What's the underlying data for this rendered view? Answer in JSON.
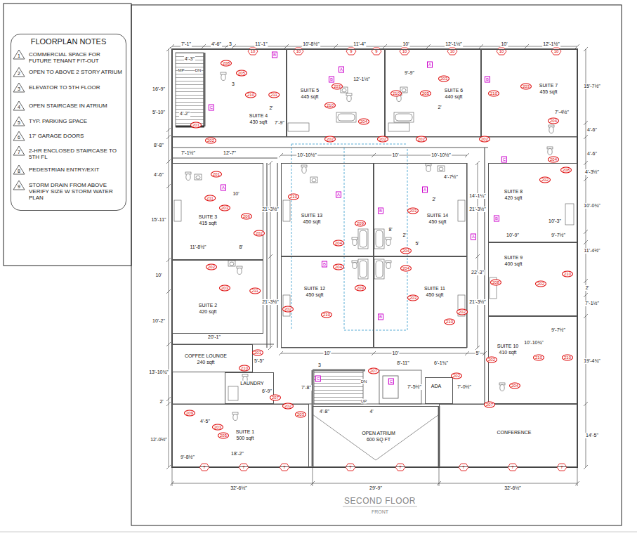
{
  "diagram": {
    "title": "SECOND FLOOR",
    "caption": "FRONT",
    "nodes": [
      {
        "text": [
          "FLOORPLAN NOTES",
          "COMMERCIAL SPACE FOR FUTURE TENANT FIT-OUT",
          "OPEN TO ABOVE 2 STORY ATRIUM",
          "ELEVATOR TO 5TH FLOOR",
          "OPEN STAIRCASE IN ATRIUM",
          "TYP. PARKING SPACE",
          "17' GARAGE DOORS",
          "2-HR ENCLOSED STAIRCASE TO 5TH FL",
          "PEDESTRIAN ENTRY/EXIT",
          "STORM DRAIN FROM ABOVE VERIFY SIZE W STORM WATER PLAN"
        ]
      },
      {
        "text": [
          "SUITE 4",
          "430 sqft"
        ]
      },
      {
        "text": [
          "SUITE 5",
          "445 sqft"
        ]
      },
      {
        "text": [
          "SUITE 6",
          "440 sqft"
        ]
      },
      {
        "text": [
          "SUITE 7",
          "455 sqft"
        ]
      },
      {
        "text": [
          "SUITE 8",
          "420 sqft"
        ]
      },
      {
        "text": [
          "SUITE 3",
          "415 sqft"
        ]
      },
      {
        "text": [
          "SUITE 13",
          "450 sqft"
        ]
      },
      {
        "text": [
          "SUITE 14",
          "450 sqft"
        ]
      },
      {
        "text": [
          "SUITE 9",
          "400 sqft"
        ]
      },
      {
        "text": [
          "SUITE 2",
          "420 sqft"
        ]
      },
      {
        "text": [
          "SUITE 12",
          "450 sqft"
        ]
      },
      {
        "text": [
          "SUITE 11",
          "450 sqft"
        ]
      },
      {
        "text": [
          "SUITE 10",
          "410 sqft"
        ]
      },
      {
        "text": [
          "COFFEE LOUNGE",
          "240 sqft"
        ]
      },
      {
        "text": [
          "LAUNDRY"
        ]
      },
      {
        "text": [
          "ADA"
        ]
      },
      {
        "text": [
          "SUITE 1",
          "500 sqft"
        ]
      },
      {
        "text": [
          "OPEN ATRIUM",
          "600 SQ FT"
        ]
      },
      {
        "text": [
          "CONFERENCE"
        ]
      }
    ],
    "labels": [
      "1",
      "2",
      "3",
      "4",
      "5",
      "6",
      "7",
      "8",
      "9",
      "7'-1\"",
      "4'-6\"",
      "3",
      "11'-1\"",
      "10'-8½\"",
      "11'-4\"",
      "10'",
      "12'-1½\"",
      "10'",
      "12'-1½\"",
      "16'-9\"",
      "5'-10\"",
      "8'-8\"",
      "4'-6\"",
      "15'-11\"",
      "10'",
      "10'-2\"",
      "13'-10¾\"",
      "2'",
      "12'-0½\"",
      "4'-3\"",
      "3",
      "4'-2\"",
      "2'",
      "7'-9\"",
      "7'-1½\"",
      "12'-7\"",
      "10'",
      "11'-8½\"",
      "8'",
      "20'-1\"",
      "5'-5\"",
      "6'-9\"",
      "4'-5\"",
      "9'-8½\"",
      "18'-2\"",
      "32'-6½\"",
      "29'-9\"",
      "32'-6½\"",
      "12'-1½\"",
      "9'-9\"",
      "2'",
      "10'-10½\"",
      "10'",
      "10'-10½\"",
      "21'-3½\"",
      "21'-3½\"",
      "14'-1¼\"",
      "2'",
      "4'-7½\"",
      "2'",
      "8'",
      "5'",
      "22'-3\"",
      "21'-3½\"",
      "21'-3½\"",
      "10'",
      "10'",
      "5'",
      "3",
      "7'-8\"",
      "8'-11\"",
      "6'-1¾\"",
      "7'-5½\"",
      "7'-0½\"",
      "4'-8\"",
      "4'",
      "15'-7½\"",
      "7'-4½\"",
      "4'-6\"",
      "4'-6\"",
      "4'-3½\"",
      "10'-0¾\"",
      "10'-3\"",
      "10'-9\"",
      "9'-7½\"",
      "11'-4½\"",
      "2'",
      "7'-1½\"",
      "9'-7½\"",
      "10'-10¾\"",
      "19'-4¾\"",
      "14'-5\"",
      "201",
      "202",
      "205",
      "208",
      "210",
      "211",
      "203",
      "210",
      "202",
      "204",
      "202",
      "203",
      "205",
      "210",
      "202",
      "203",
      "210",
      "202",
      "204",
      "204",
      "201",
      "211",
      "203",
      "206",
      "202",
      "202",
      "203",
      "211",
      "202",
      "210",
      "209",
      "203",
      "210",
      "209",
      "203",
      "202",
      "210",
      "202",
      "210",
      "208",
      "202",
      "208",
      "210",
      "210",
      "202",
      "204",
      "207",
      "207",
      "201",
      "210",
      "202",
      "207",
      "203",
      "209",
      "203",
      "205",
      "202",
      "204",
      "204",
      "204",
      "204",
      "10",
      "10",
      "9",
      "9",
      "10",
      "10",
      "10",
      "10",
      "7",
      "7",
      "7",
      "7",
      "7",
      "7",
      "7",
      "7",
      "C",
      "A",
      "B",
      "A",
      "B",
      "A",
      "A",
      "B",
      "B",
      "B",
      "A",
      "C",
      "C",
      "B",
      "A",
      "B",
      "C",
      "MP",
      "DN",
      "DN",
      "UP"
    ]
  }
}
